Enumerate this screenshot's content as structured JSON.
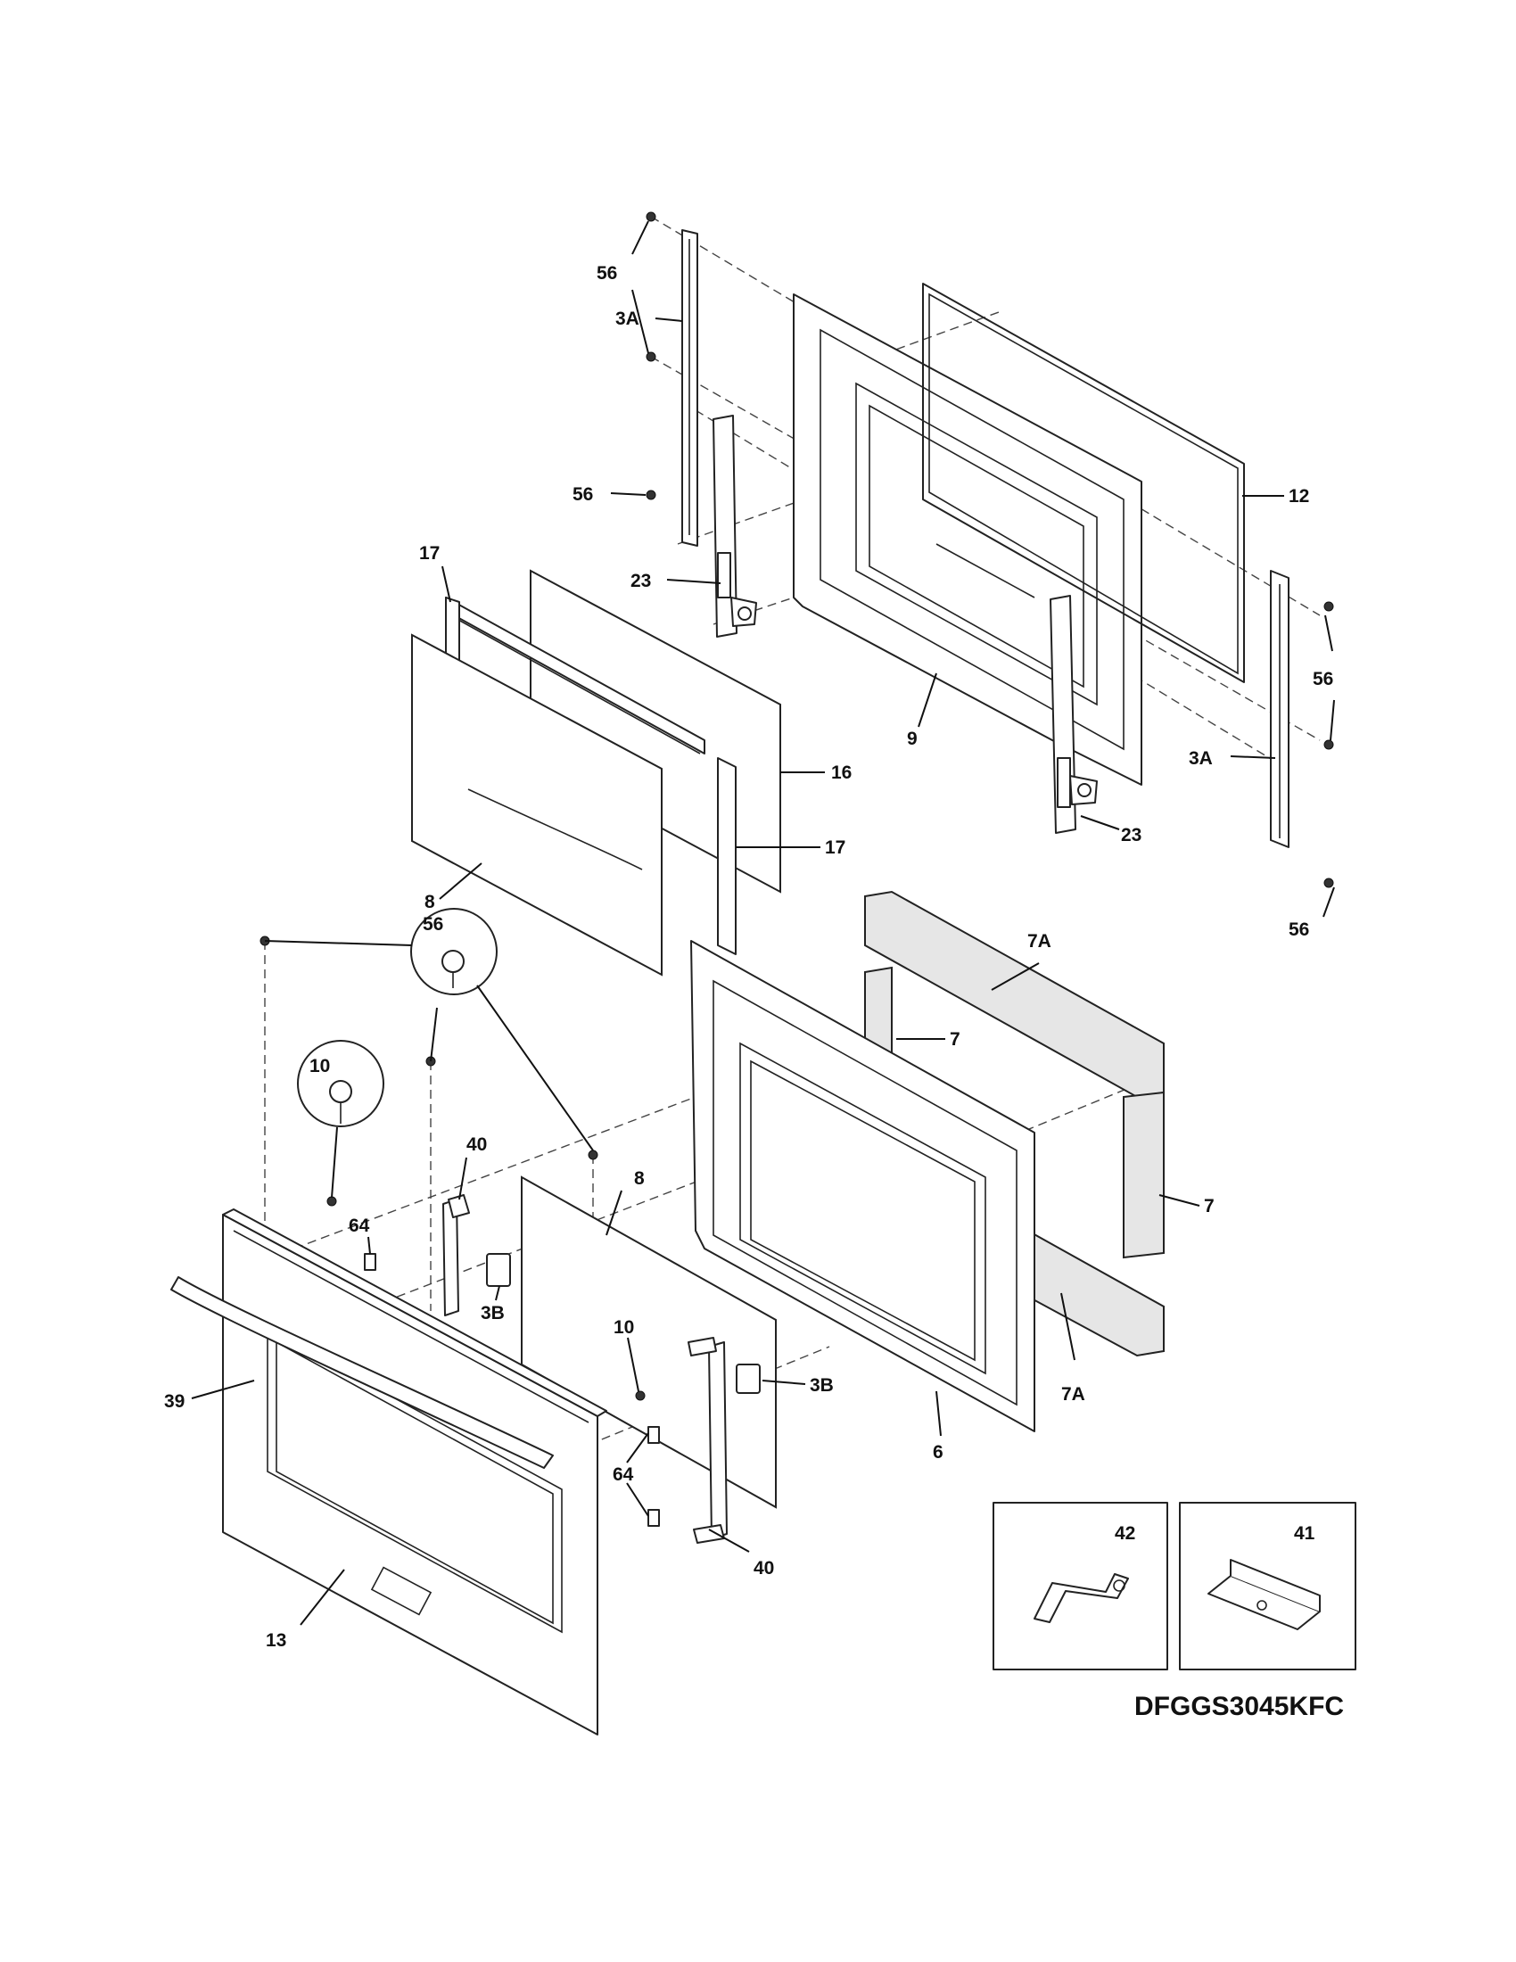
{
  "model_number": "DFGGS3045KFC",
  "callouts": {
    "c56_top_a": "56",
    "c3a_left": "3A",
    "c56_mid": "56",
    "c12": "12",
    "c17_top": "17",
    "c23_left": "23",
    "c9": "9",
    "c56_right_a": "56",
    "c3a_right": "3A",
    "c16": "16",
    "c23_right": "23",
    "c17_bot": "17",
    "c8_upper": "8",
    "c56_right_b": "56",
    "c7a_top": "7A",
    "c56_circle": "56",
    "c7_upper": "7",
    "c10_circle": "10",
    "c40_upper": "40",
    "c8_lower": "8",
    "c7_lower": "7",
    "c64_upper": "64",
    "c3b_left": "3B",
    "c10_small": "10",
    "c7a_bot": "7A",
    "c39": "39",
    "c3b_right": "3B",
    "c6": "6",
    "c64_lower": "64",
    "c40_lower": "40",
    "c13": "13",
    "c42": "42",
    "c41": "41"
  }
}
